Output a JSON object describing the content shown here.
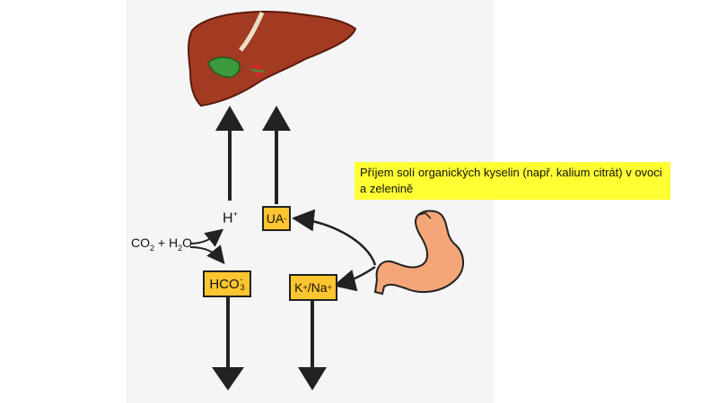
{
  "note": "Příjem solí organických kyselin (např. kalium citrát) v ovoci a zelenině",
  "labels": {
    "h_main": "H",
    "h_sup": "+",
    "co2_main": "CO",
    "co2_sub": "2",
    "plus_h": " + H",
    "h2o_sub": "2",
    "o": "O",
    "hco3_main": "HCO",
    "hco3_sub": "3",
    "hco3_sup": "-",
    "ua_main": "UA",
    "ua_sup": "-",
    "k_main": "K",
    "k_sup": "+",
    "na_main": "/Na",
    "na_sup": "+"
  },
  "colors": {
    "box_fill": "#fdc52f",
    "note_fill": "#ffff33",
    "liver": "#a23b22",
    "stomach": "#f4a678"
  }
}
